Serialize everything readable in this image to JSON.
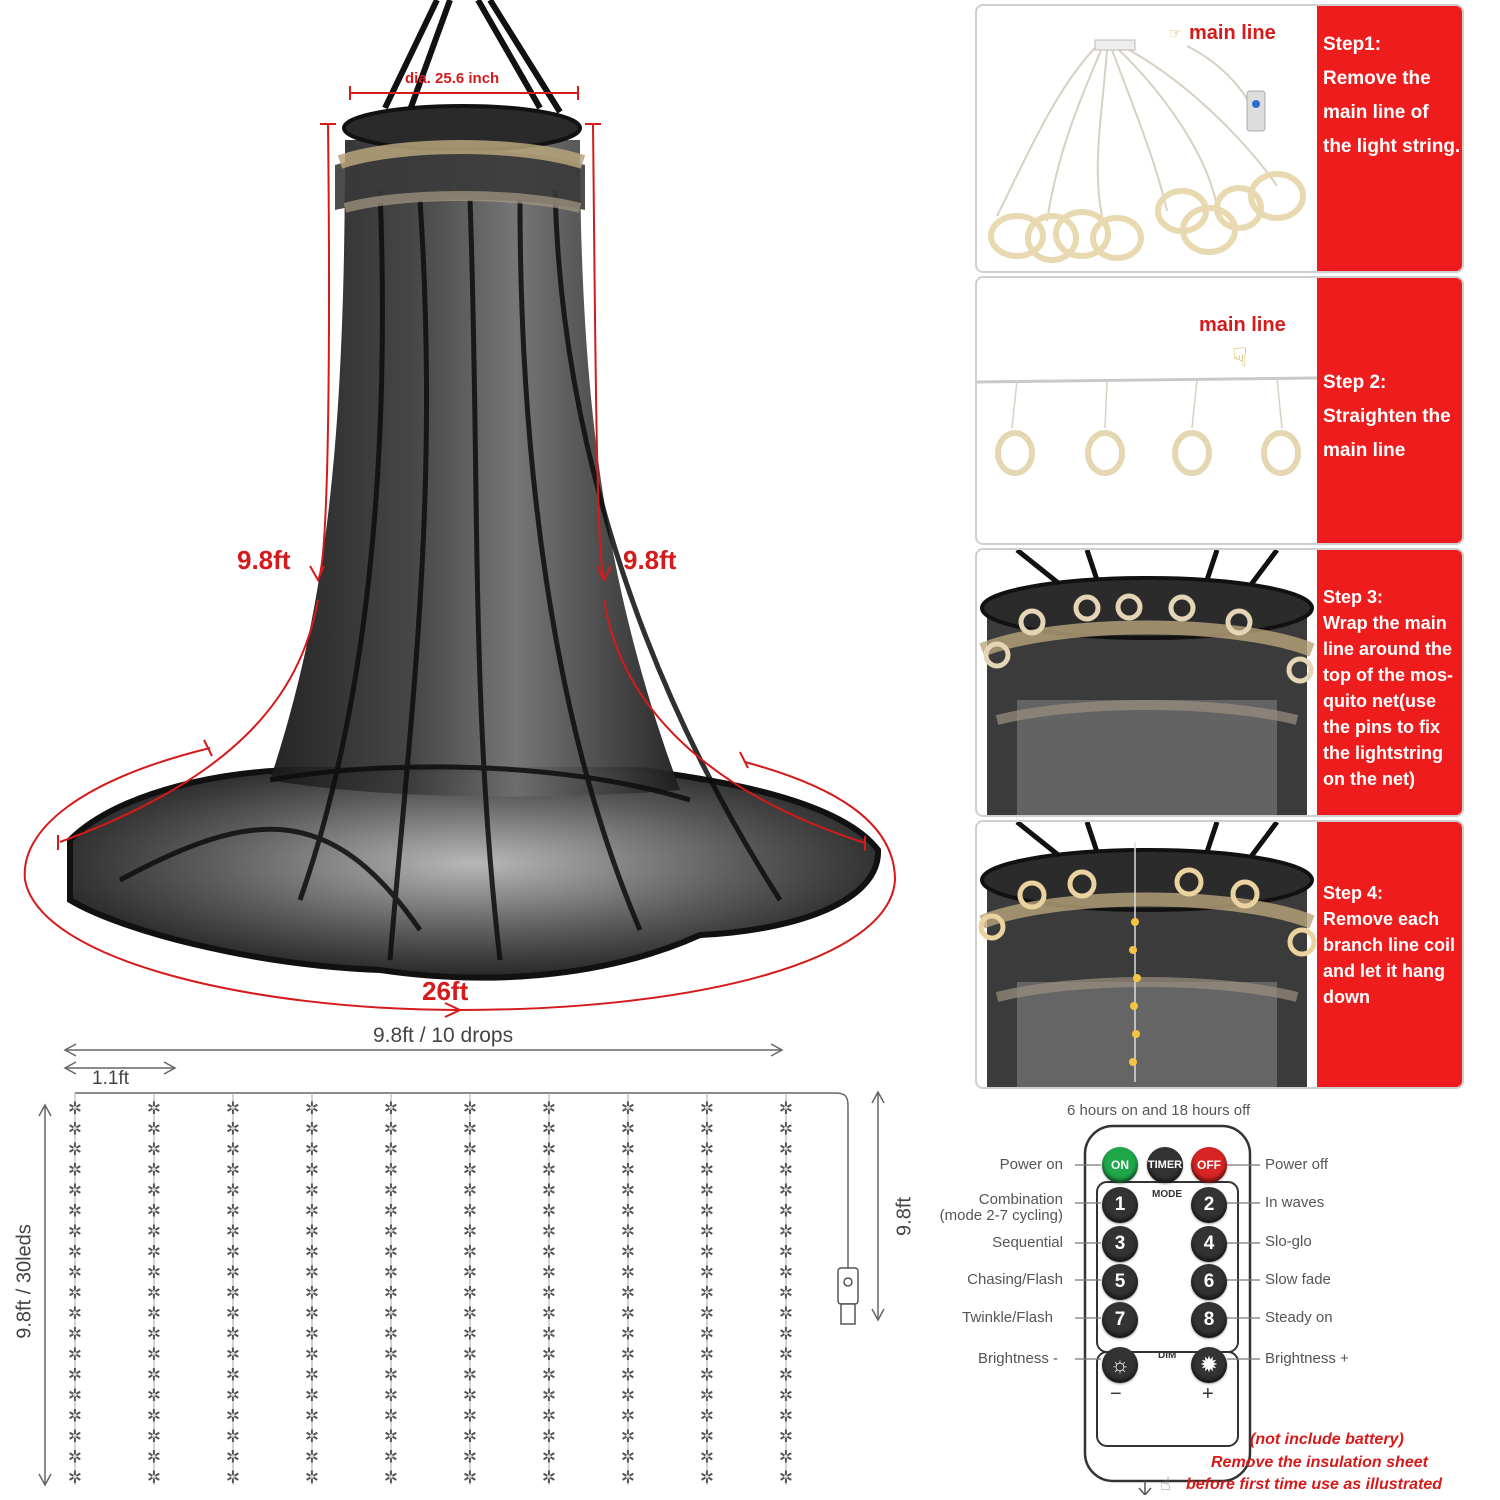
{
  "canopy": {
    "diameter_label": "dia. 25.6 inch",
    "height_left": "9.8ft",
    "height_right": "9.8ft",
    "circumference": "26ft"
  },
  "curtain": {
    "width_label": "9.8ft / 10 drops",
    "spacing_label": "1.1ft",
    "height_label": "9.8ft / 30leds",
    "cable_label": "9.8ft",
    "drops": 10,
    "leds_per_drop": 19
  },
  "steps": [
    {
      "title": "Step1:",
      "text": "Remove the main line of the light string.",
      "callout": "main line"
    },
    {
      "title": "Step 2:",
      "text": "Straighten the main line",
      "callout": "main line"
    },
    {
      "title": "Step 3:",
      "text": "Wrap the main line around the top of the mos-quito net(use the pins to fix the lightstring on the net)"
    },
    {
      "title": "Step 4:",
      "text": "Remove each branch line coil and let it hang down"
    }
  ],
  "remote": {
    "timer_note": "6 hours on and 18 hours off",
    "on": "ON",
    "timer": "TIMER",
    "off": "OFF",
    "mode": "MODE",
    "dim": "DIM",
    "minus": "−",
    "plus": "+",
    "left_labels": [
      "Power on",
      "Combination\n(mode 2-7 cycling)",
      "Sequential",
      "Chasing/Flash",
      "Twinkle/Flash",
      "Brightness -"
    ],
    "right_labels": [
      "Power off",
      "In waves",
      "Slo-glo",
      "Slow fade",
      "Steady on",
      "Brightness +"
    ],
    "buttons": [
      "1",
      "2",
      "3",
      "4",
      "5",
      "6",
      "7",
      "8"
    ],
    "battery_note": "(not include battery)",
    "insulation_note_1": "Remove the insulation sheet",
    "insulation_note_2": "before first time use as illustrated"
  },
  "colors": {
    "accent_red": "#ee1c1c",
    "dim_red": "#d41a1a",
    "on_green": "#1fa84a",
    "off_red": "#d82424"
  }
}
